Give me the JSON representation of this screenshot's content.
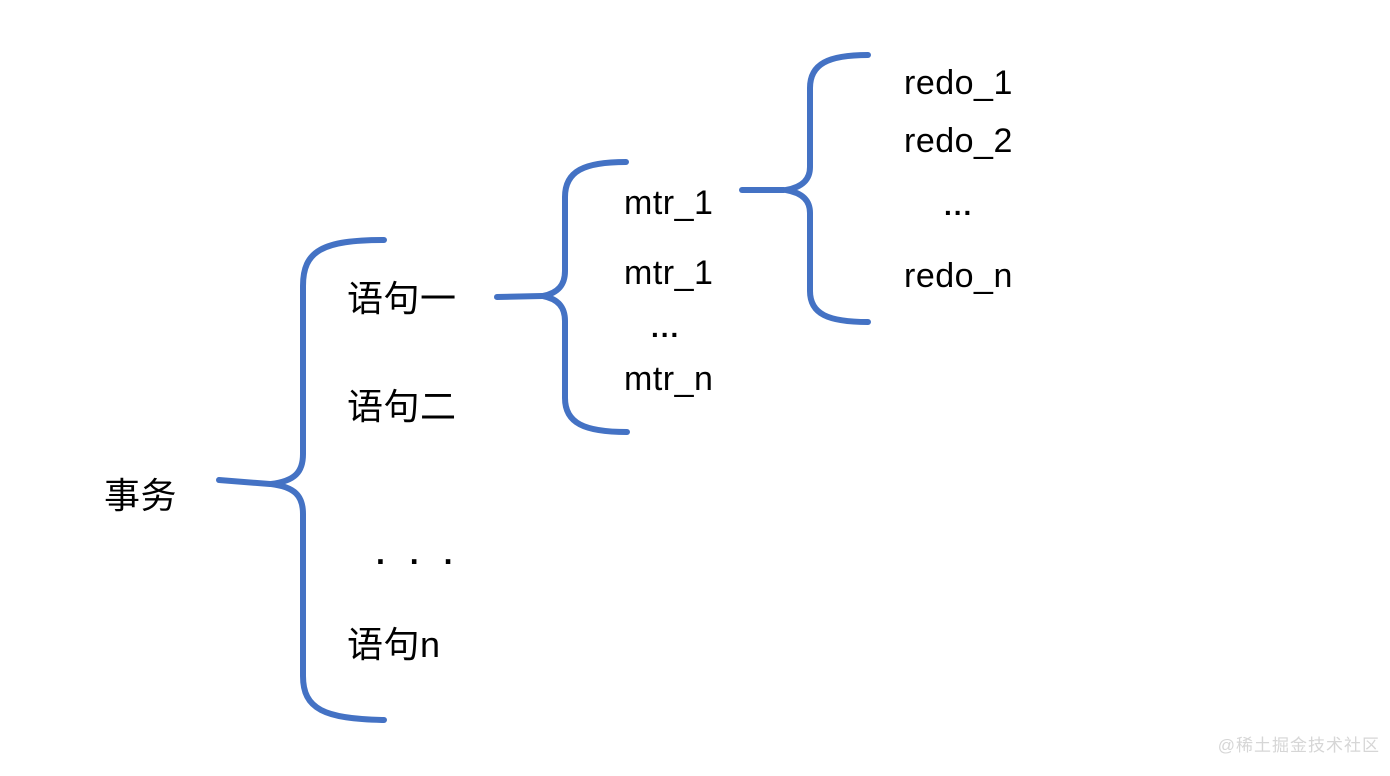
{
  "colors": {
    "brace": "#4472C4",
    "text": "#000000",
    "watermark": "#d6d6d6",
    "background": "#ffffff"
  },
  "tree": {
    "root": "事务",
    "statements": [
      "语句一",
      "语句二",
      ". . .",
      "语句n"
    ],
    "mtrs": [
      "mtr_1",
      "mtr_1",
      "...",
      "mtr_n"
    ],
    "redos": [
      "redo_1",
      "redo_2",
      "...",
      "redo_n"
    ]
  },
  "watermark": "@稀土掘金技术社区"
}
